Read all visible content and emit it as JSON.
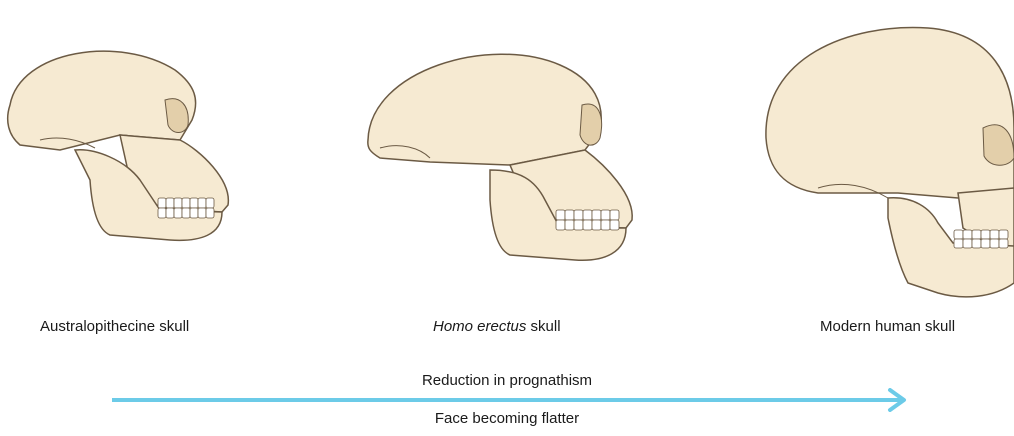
{
  "figure": {
    "skulls": [
      {
        "caption_italic": "",
        "caption_rest": "Australopithecine skull",
        "icon": "australopithecine-skull-icon"
      },
      {
        "caption_italic": "Homo erectus",
        "caption_rest": " skull",
        "icon": "homo-erectus-skull-icon"
      },
      {
        "caption_italic": "",
        "caption_rest": "Modern human skull",
        "icon": "modern-human-skull-icon"
      }
    ],
    "arrow": {
      "label_top": "Reduction in prognathism",
      "label_bottom": "Face becoming flatter",
      "color": "#6ccbe8",
      "direction": "right"
    },
    "colors": {
      "bone": "#f6ead2",
      "bone_shadow": "#e3cfaa",
      "outline": "#6b5a44"
    }
  }
}
